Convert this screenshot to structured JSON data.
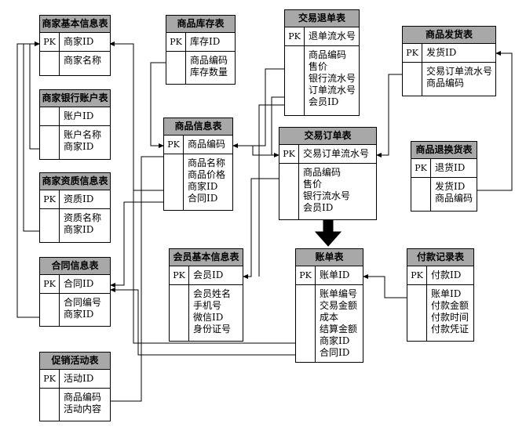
{
  "tables": [
    {
      "id": "merchant-info",
      "title": "商家基本信息表",
      "pk": "商家ID",
      "pk_label": "PK",
      "fields": [
        "商家名称"
      ]
    },
    {
      "id": "merchant-bank",
      "title": "商家银行账户表",
      "pk": "账户ID",
      "pk_label": "",
      "fields": [
        "账户名称",
        "商家ID"
      ]
    },
    {
      "id": "merchant-qualification",
      "title": "商家资质信息表",
      "pk": "资质ID",
      "pk_label": "PK",
      "fields": [
        "资质名称",
        "商家ID"
      ]
    },
    {
      "id": "contract-info",
      "title": "合同信息表",
      "pk": "合同ID",
      "pk_label": "PK",
      "fields": [
        "合同编号",
        "商家ID"
      ]
    },
    {
      "id": "promotion",
      "title": "促销活动表",
      "pk": "活动ID",
      "pk_label": "PK",
      "fields": [
        "商品编码",
        "活动内容"
      ]
    },
    {
      "id": "inventory",
      "title": "商品库存表",
      "pk": "库存ID",
      "pk_label": "PK",
      "fields": [
        "商品编码",
        "库存数量"
      ]
    },
    {
      "id": "product-info",
      "title": "商品信息表",
      "pk": "商品编码",
      "pk_label": "PK",
      "fields": [
        "商品名称",
        "商品价格",
        "商家ID",
        "合同ID"
      ]
    },
    {
      "id": "member-info",
      "title": "会员基本信息表",
      "pk": "会员ID",
      "pk_label": "PK",
      "fields": [
        "会员姓名",
        "手机号",
        "微信ID",
        "身份证号"
      ]
    },
    {
      "id": "refund-order",
      "title": "交易退单表",
      "pk": "退单流水号",
      "pk_label": "PK",
      "fields": [
        "商品编码",
        "售价",
        "银行流水号",
        "订单流水号",
        "会员ID"
      ]
    },
    {
      "id": "trade-order",
      "title": "交易订单表",
      "pk": "交易订单流水号",
      "pk_label": "PK",
      "fields": [
        "商品编码",
        "售价",
        "银行流水号",
        "会员ID"
      ]
    },
    {
      "id": "bill",
      "title": "账单表",
      "pk": "账单ID",
      "pk_label": "PK",
      "fields": [
        "账单编号",
        "交易金额",
        "成本",
        "结算金额",
        "商家ID",
        "合同ID"
      ]
    },
    {
      "id": "shipping",
      "title": "商品发货表",
      "pk": "发货ID",
      "pk_label": "PK",
      "fields": [
        "交易订单流水号",
        "商品编码"
      ]
    },
    {
      "id": "return-goods",
      "title": "商品退换货表",
      "pk": "退货ID",
      "pk_label": "PK",
      "fields": [
        "发货ID",
        "商品编码"
      ]
    },
    {
      "id": "payment-record",
      "title": "付款记录表",
      "pk": "付款ID",
      "pk_label": "PK",
      "fields": [
        "账单ID",
        "付款金额",
        "付款时间",
        "付款凭证"
      ]
    }
  ]
}
